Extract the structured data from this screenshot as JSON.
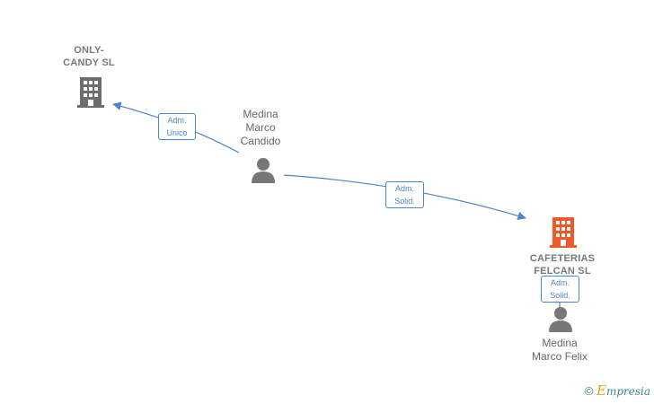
{
  "nodes": {
    "only_candy": {
      "name_line1": "ONLY-",
      "name_line2": "CANDY SL",
      "color": "#6d6d6d"
    },
    "cafeterias": {
      "name_line1": "CAFETERIAS",
      "name_line2": "FELCAN SL",
      "color": "#f05a28"
    },
    "medina_candido": {
      "name_line1": "Medina",
      "name_line2": "Marco",
      "name_line3": "Candido"
    },
    "medina_felix": {
      "name_line1": "Medina",
      "name_line2": "Marco Felix"
    }
  },
  "edges": {
    "candido_to_only": {
      "line1": "Adm.",
      "line2": "Unico"
    },
    "candido_to_cafeterias": {
      "line1": "Adm.",
      "line2": "Solid."
    },
    "felix_to_cafeterias": {
      "line1": "Adm.",
      "line2": "Solid."
    }
  },
  "colors": {
    "edge": "#4a86c8",
    "person": "#777777"
  },
  "watermark": {
    "copyright": "©",
    "brand_initial": "E",
    "brand_rest": "mpresia"
  }
}
